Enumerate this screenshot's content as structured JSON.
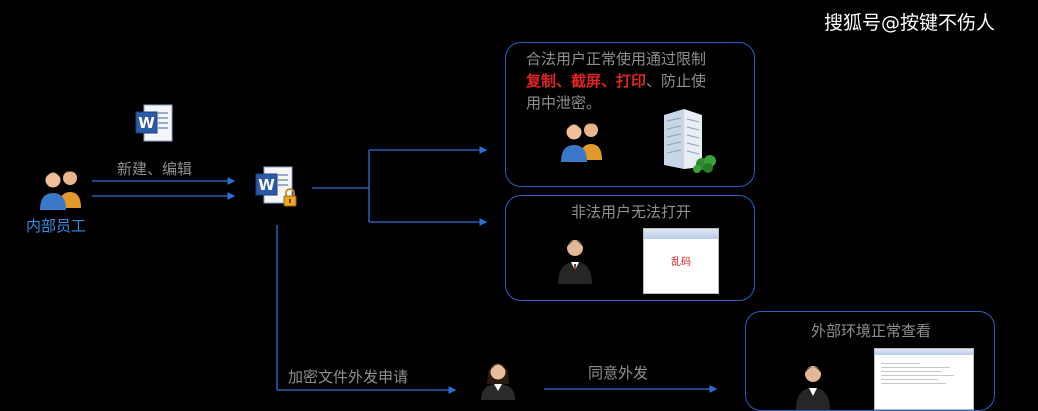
{
  "watermark": "搜狐号@按键不伤人",
  "employee": {
    "label": "内部员工"
  },
  "arrow_labels": {
    "create_edit": "新建、编辑",
    "external_request": "加密文件外发申请",
    "approve": "同意外发"
  },
  "legal_box": {
    "text_1": "合法用户正常使用通过限制",
    "red_1": "复制、截屏、打印",
    "text_2": "、防止使",
    "text_3": "用中泄密。"
  },
  "illegal_box": {
    "title": "非法用户无法打开",
    "garbled_text": "乱码"
  },
  "external_box": {
    "title": "外部环境正常查看"
  },
  "colors": {
    "background": "#000000",
    "arrow": "#2a6fd6",
    "box_border": "#2a5fbf",
    "highlight": "#e02424",
    "label_blue": "#2f8fe6"
  }
}
